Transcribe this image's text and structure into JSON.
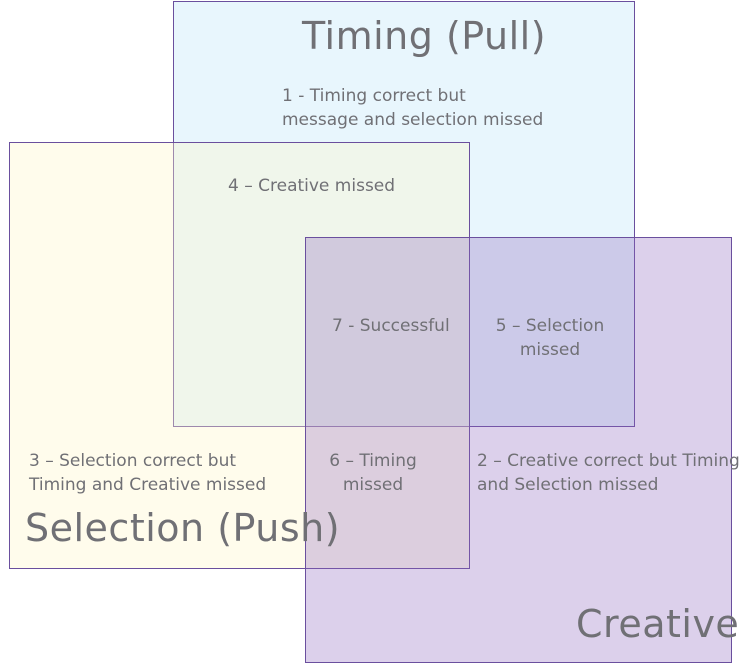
{
  "sets": {
    "timing": {
      "title": "Timing (Pull)"
    },
    "selection": {
      "title": "Selection (Push)"
    },
    "creative": {
      "title": "Creative"
    }
  },
  "regions": {
    "r1": "1 -  Timing correct but\nmessage and selection  missed",
    "r2": "2 – Creative correct but Timing\nand Selection missed",
    "r3": "3 – Selection correct but\nTiming and Creative missed",
    "r4": "4 – Creative missed",
    "r5": "5 – Selection\nmissed",
    "r6": "6 – Timing\nmissed",
    "r7": "7 - Successful"
  },
  "colors": {
    "border": "#6a4f9e",
    "timing_fill": "#bee6fa",
    "selection_fill": "#fff6c8",
    "creative_fill": "#8c64be"
  }
}
